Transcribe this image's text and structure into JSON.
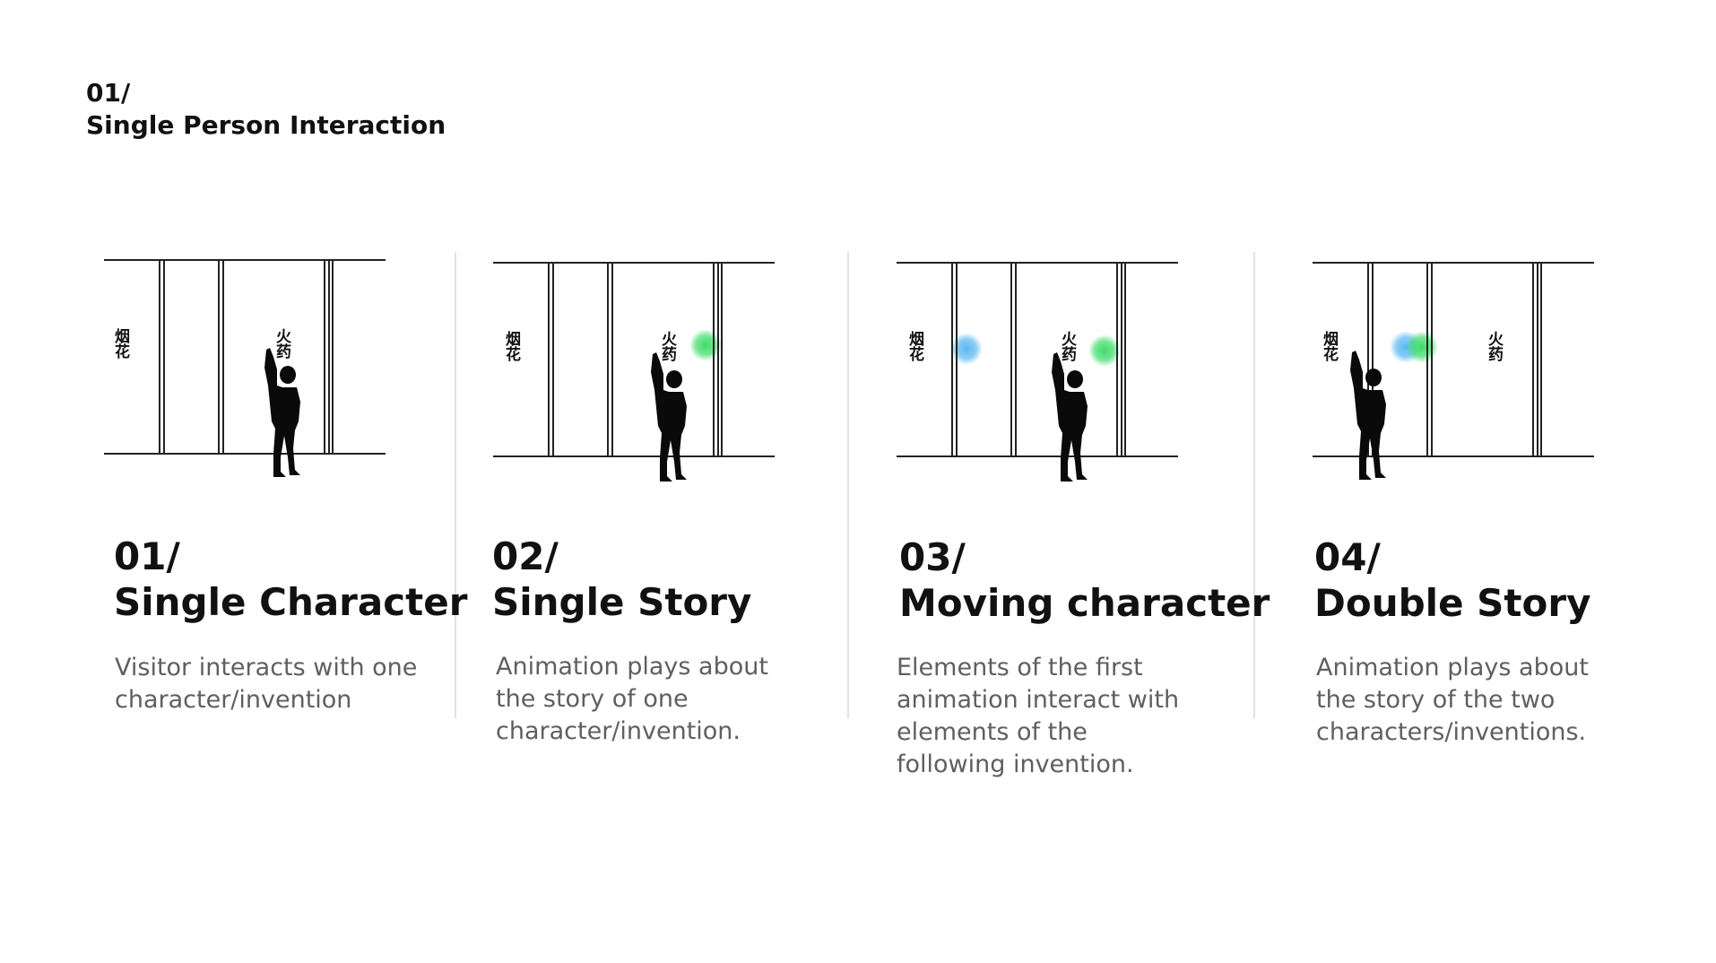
{
  "header": {
    "number": "01/",
    "title": "Single Person Interaction"
  },
  "cards": [
    {
      "number": "01/",
      "title": "Single Character",
      "description": "Visitor interacts with one character/invention"
    },
    {
      "number": "02/",
      "title": "Single Story",
      "description": "Animation plays about the story of one character/invention."
    },
    {
      "number": "03/",
      "title": "Moving character",
      "description": "Elements of the first animation interact with elements of the following invention."
    },
    {
      "number": "04/",
      "title": "Double Story",
      "description": "Animation plays about the story of the two characters/inventions."
    }
  ],
  "glyphs": {
    "a": "烟花",
    "b": "火药"
  },
  "colors": {
    "glow_green": "#3fdc6a",
    "glow_blue": "#5ab8f2",
    "silhouette": "#0a0a0a"
  }
}
